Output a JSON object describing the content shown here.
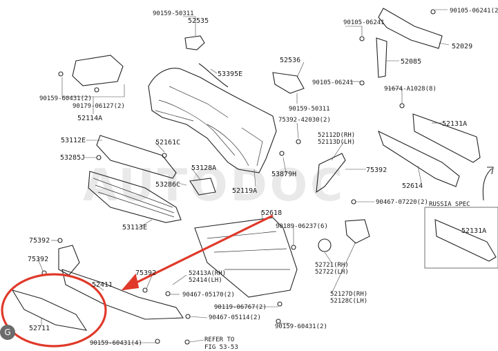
{
  "diagram": {
    "watermark": "AUTODOC",
    "region_note": "RUSSIA SPEC",
    "refer_note_line1": "REFER TO",
    "refer_note_line2": "FIG 53-53",
    "badge_glyph": "G",
    "highlight_color": "#e0392a",
    "labels": {
      "p90159_50311_top": "90159-50311",
      "p52535": "52535",
      "p90105_06241_a": "90105-06241",
      "p90105_06241_b": "90105-06241(2)",
      "p52029": "52029",
      "p52085": "52085",
      "p52536": "52536",
      "p53395e": "53395E",
      "p90105_06241_c": "90105-06241",
      "p91674_a1028": "91674-A1028(8)",
      "p90159_60431_2": "90159-60431(2)",
      "p90179_06127": "90179-06127(2)",
      "p52114a": "52114A",
      "p90159_50311_mid": "90159-50311",
      "p75392_42030": "75392-42030(2)",
      "p52131a_top": "52131A",
      "p53112e": "53112E",
      "p52161c": "52161C",
      "p52112d": "52112D(RH)",
      "p52113d": "52113D(LH)",
      "p53285j": "53285J",
      "p53128a": "53128A",
      "p75392_mid": "75392",
      "p53286c": "53286C",
      "p53879h": "53879H",
      "p52119a": "52119A",
      "p52614": "52614",
      "p90467_07220": "90467-07220(2)",
      "p53113e": "53113E",
      "p52618": "52618",
      "p52131a_bottom": "52131A",
      "p90189_06237": "90189-06237(6)",
      "p75392_left1": "75392",
      "p75392_left2": "75392",
      "p75392_center": "75392",
      "p52413a": "52413A(RH)",
      "p52414": "52414(LH)",
      "p52411": "52411",
      "p52721": "52721(RH)",
      "p52722": "52722(LH)",
      "p90467_05170": "90467-05170(2)",
      "p52127d": "52127D(RH)",
      "p52128c": "52128C(LH)",
      "p90119_06767": "90119-06767(2)",
      "p90467_05114": "90467-05114(2)",
      "p52711": "52711",
      "p90159_60431_4": "90159-60431(4)",
      "p90159_60431_bottom": "90159-60431(2)"
    }
  }
}
